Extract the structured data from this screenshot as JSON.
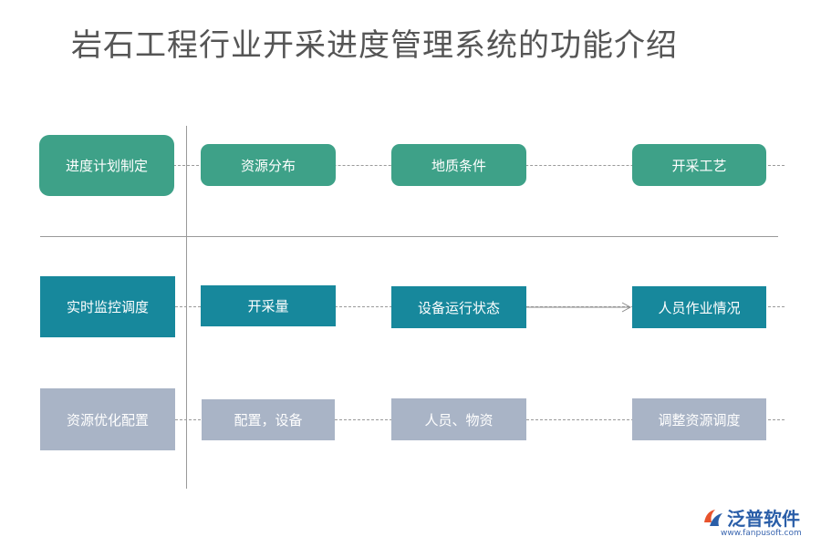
{
  "title": "岩石工程行业开采进度管理系统的功能介绍",
  "rows": [
    {
      "header": "进度计划制定",
      "items": [
        "资源分布",
        "地质条件",
        "开采工艺"
      ]
    },
    {
      "header": "实时监控调度",
      "items": [
        "开采量",
        "设备运行状态",
        "人员作业情况"
      ]
    },
    {
      "header": "资源优化配置",
      "items": [
        "配置，设备",
        "人员、物资",
        "调整资源调度"
      ]
    }
  ],
  "logo": {
    "name": "泛普软件",
    "url": "www.fanpusoft.com"
  },
  "colors": {
    "row1": "#3ea188",
    "row2": "#17889c",
    "row3": "#a9b4c6",
    "logo": "#2a5ea8"
  }
}
